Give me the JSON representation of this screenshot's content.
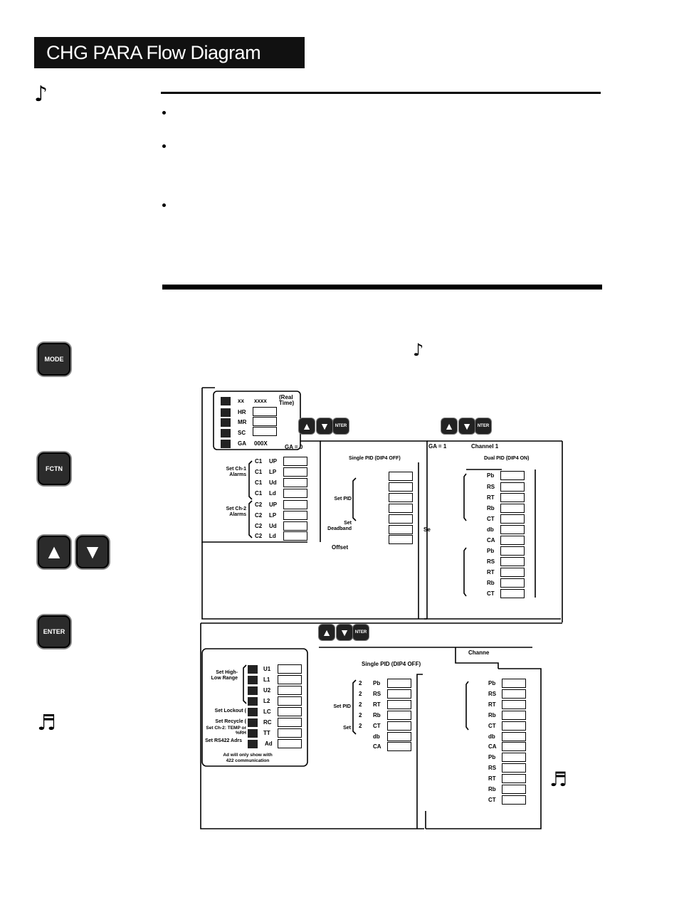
{
  "header": {
    "title": "CHG PARA Flow Diagram"
  },
  "sidebar_keys": [
    {
      "id": "mode",
      "label": "MODE"
    },
    {
      "id": "fctn",
      "label": "FCTN"
    },
    {
      "id": "up",
      "label": "▲"
    },
    {
      "id": "down",
      "label": "▼"
    },
    {
      "id": "enter",
      "label": "ENTER"
    }
  ],
  "icons": {
    "note_single": "♪",
    "note_double": "♬"
  },
  "diagram": {
    "display": {
      "real_time_label": "(Real Time)",
      "rows": [
        {
          "code": "xx",
          "value": "xxxx"
        },
        {
          "code": "HR",
          "value": ""
        },
        {
          "code": "MR",
          "value": ""
        },
        {
          "code": "SC",
          "value": ""
        },
        {
          "code": "GA",
          "value": "000X"
        }
      ]
    },
    "nav_keys": {
      "up": "▲",
      "down": "▼",
      "enter": "NTER"
    },
    "ga0_label": "GA = 0",
    "ga1_label": "GA = 1",
    "channel1_label": "Channel 1",
    "channel2_label": "Channe",
    "alarms": {
      "ch1_label": "Set Ch-1 Alarms",
      "ch2_label": "Set Ch-2 Alarms",
      "ch1_rows": [
        {
          "ch": "C1",
          "code": "UP"
        },
        {
          "ch": "C1",
          "code": "LP"
        },
        {
          "ch": "C1",
          "code": "Ud"
        },
        {
          "ch": "C1",
          "code": "Ld"
        }
      ],
      "ch2_rows": [
        {
          "ch": "C2",
          "code": "UP"
        },
        {
          "ch": "C2",
          "code": "LP"
        },
        {
          "ch": "C2",
          "code": "Ud"
        },
        {
          "ch": "C2",
          "code": "Ld"
        }
      ]
    },
    "single_pid_top": {
      "title": "Single PID (DIP4 OFF)",
      "set_pid_label": "Set PID",
      "set_deadband_label": "Set Deadband",
      "offset_label": "Offset",
      "se_label": "Se"
    },
    "dual_pid_top": {
      "title": "Dual PID (DIP4 ON)",
      "group1": [
        "Pb",
        "RS",
        "RT",
        "Rb",
        "CT",
        "db",
        "CA"
      ],
      "group2": [
        "Pb",
        "RS",
        "RT",
        "Rb",
        "CT"
      ]
    },
    "range": {
      "set_range_label": "Set High-Low Range",
      "rows": [
        "U1",
        "L1",
        "U2",
        "L2"
      ],
      "lockout_label": "Set Lockout (",
      "lockout_code": "LC",
      "recycle_label": "Set Recycle (",
      "recycle_code": "RC",
      "temp_label": "Set Ch-2: TEMP or %RH",
      "temp_code": "TT",
      "rs422_label": "Set RS422 Adrs",
      "rs422_code": "Ad",
      "rs422_note": "Ad will only show with 422 communication"
    },
    "single_pid_bottom": {
      "title": "Single PID (DIP4 OFF)",
      "set_pid_label": "Set PID",
      "set_label": "Set",
      "rows": [
        {
          "prefix": "2",
          "code": "Pb"
        },
        {
          "prefix": "2",
          "code": "RS"
        },
        {
          "prefix": "2",
          "code": "RT"
        },
        {
          "prefix": "2",
          "code": "Rb"
        },
        {
          "prefix": "2",
          "code": "CT"
        },
        {
          "prefix": "",
          "code": "db"
        },
        {
          "prefix": "",
          "code": "CA"
        }
      ]
    },
    "dual_pid_bottom": {
      "group1": [
        "Pb",
        "RS",
        "RT",
        "Rb",
        "CT",
        "db",
        "CA"
      ],
      "group2": [
        "Pb",
        "RS",
        "RT",
        "Rb",
        "CT"
      ]
    }
  }
}
